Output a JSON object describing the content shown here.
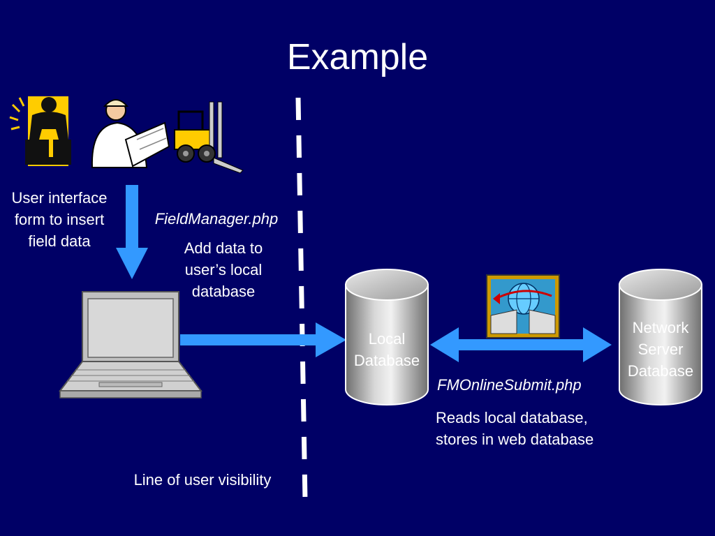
{
  "slide": {
    "title": "Example"
  },
  "labels": {
    "ui_form": "User interface form to insert field data",
    "field_manager": "FieldManager.php",
    "add_data": "Add data to user’s local database",
    "local_db": "Local Database",
    "network_db": "Network Server Database",
    "fm_online": "FMOnlineSubmit.php",
    "reads": "Reads local database, stores in web database",
    "visibility": "Line of user visibility"
  },
  "icons": {
    "worker": "construction-worker-icon",
    "engineer": "engineer-with-blueprint-icon",
    "forklift": "forklift-icon",
    "laptop": "laptop-icon",
    "network": "network-transfer-icon"
  },
  "colors": {
    "background": "#000066",
    "arrow": "#3399ff",
    "divider": "#ffffff",
    "text": "#ffffff"
  }
}
